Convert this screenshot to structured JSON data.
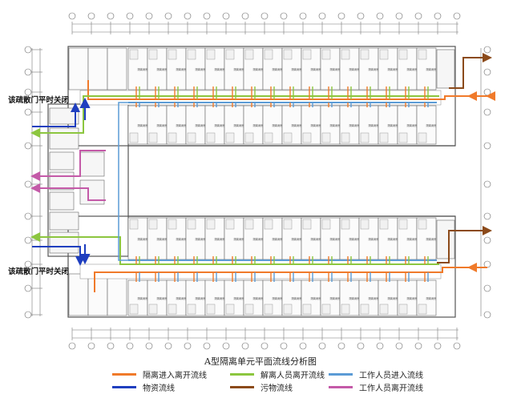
{
  "title": "A型隔离单元平面流线分析图",
  "notes": {
    "door_note_top": "该疏散门平时关闭",
    "door_note_bottom": "该疏散门平时关闭"
  },
  "room_label": "隔离病房",
  "colors": {
    "isolation": "#f07a2a",
    "released": "#8cc63f",
    "staff_in": "#5b9bd5",
    "supplies": "#1f3fbf",
    "waste": "#8b4a1a",
    "staff_out": "#c45aa8",
    "wall": "#555555"
  },
  "legend": [
    {
      "label": "隔离进入离开流线",
      "color_key": "isolation"
    },
    {
      "label": "解离人员离开流线",
      "color_key": "released"
    },
    {
      "label": "工作人员进入流线",
      "color_key": "staff_in"
    },
    {
      "label": "物资流线",
      "color_key": "supplies"
    },
    {
      "label": "污物流线",
      "color_key": "waste"
    },
    {
      "label": "工作人员离开流线",
      "color_key": "staff_out"
    }
  ]
}
